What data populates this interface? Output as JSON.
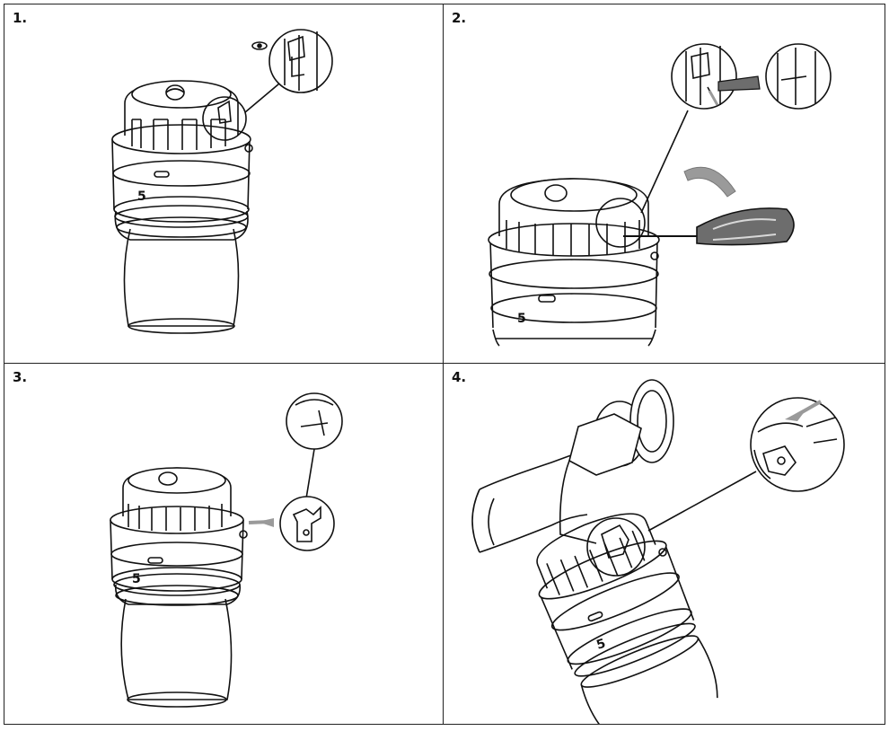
{
  "steps": [
    {
      "label": "1.",
      "dial_value": "5"
    },
    {
      "label": "2.",
      "dial_value": "5"
    },
    {
      "label": "3.",
      "dial_value": "5"
    },
    {
      "label": "4.",
      "dial_value": "5"
    }
  ],
  "colors": {
    "line": "#111111",
    "arrow": "#8a8a8a",
    "handle": "#707070",
    "paper": "#ffffff"
  }
}
